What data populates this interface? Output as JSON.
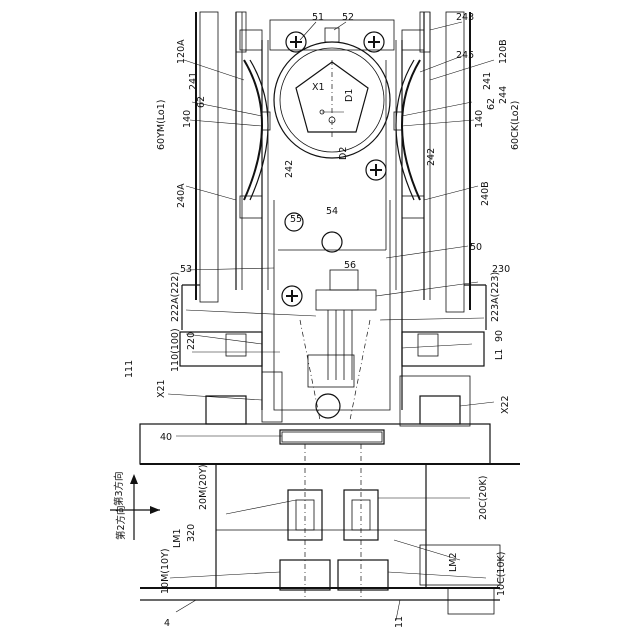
{
  "labels": {
    "l51": "51",
    "l52": "52",
    "l243": "243",
    "l120A": "120A",
    "l120B": "120B",
    "l245": "245",
    "l241a": "241",
    "l241b": "241",
    "lX1": "X1",
    "lD1": "D1",
    "lD2": "D2",
    "l62a": "62",
    "l62b": "62",
    "l140a": "140",
    "l140b": "140",
    "l244": "244",
    "l60YM": "60YM(Lo1)",
    "l60CK": "60CK(Lo2)",
    "l242a": "242",
    "l242b": "242",
    "l240A": "240A",
    "l240B": "240B",
    "l55": "55",
    "l54": "54",
    "l50": "50",
    "l53": "53",
    "l56": "56",
    "l230": "230",
    "l222A": "222A(222)",
    "l223A": "223A(223)",
    "l220": "220",
    "l110": "110(100)",
    "lL1": "L1",
    "l90": "90",
    "l111": "111",
    "lX21": "X21",
    "lX22": "X22",
    "l40": "40",
    "l3dir": "第3方向",
    "l2dir": "第2方向",
    "l20M": "20M(20Y)",
    "l320": "320",
    "lLM1": "LM1",
    "l20C": "20C(20K)",
    "lLM2": "LM2",
    "l10M": "10M(10Y)",
    "l10C": "10C(10K)",
    "l4": "4",
    "l11": "11"
  }
}
